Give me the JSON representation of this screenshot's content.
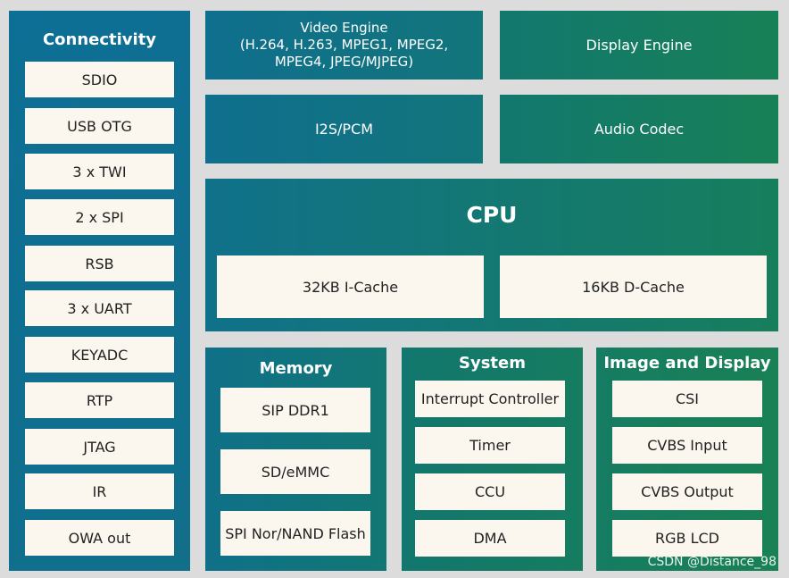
{
  "connectivity": {
    "title": "Connectivity",
    "items": [
      "SDIO",
      "USB OTG",
      "3 x TWI",
      "2 x SPI",
      "RSB",
      "3 x UART",
      "KEYADC",
      "RTP",
      "JTAG",
      "IR",
      "OWA out"
    ]
  },
  "video_engine": {
    "lines": [
      "Video Engine",
      "(H.264, H.263, MPEG1, MPEG2,",
      "MPEG4, JPEG/MJPEG)"
    ]
  },
  "display_engine": {
    "label": "Display Engine"
  },
  "i2s": {
    "label": "I2S/PCM"
  },
  "audio_codec": {
    "label": "Audio Codec"
  },
  "cpu": {
    "title": "CPU",
    "icache": "32KB I-Cache",
    "dcache": "16KB D-Cache"
  },
  "memory": {
    "title": "Memory",
    "items": [
      "SIP DDR1",
      "SD/eMMC",
      "SPI Nor/NAND Flash"
    ]
  },
  "system": {
    "title": "System",
    "items": [
      "Interrupt Controller",
      "Timer",
      "CCU",
      "DMA"
    ]
  },
  "image_display": {
    "title": "Image and Display",
    "items": [
      "CSI",
      "CVBS Input",
      "CVBS Output",
      "RGB LCD"
    ]
  },
  "watermark": "CSDN @Distance_98"
}
